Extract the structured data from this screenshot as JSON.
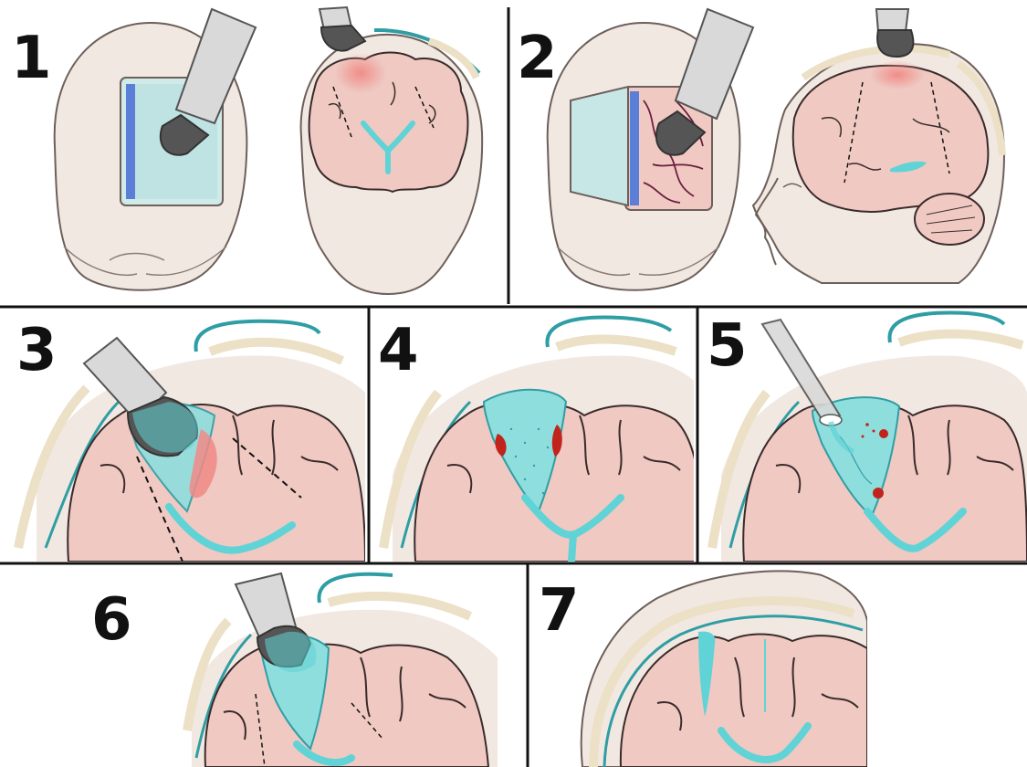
{
  "figure": {
    "steps": [
      {
        "number": "1"
      },
      {
        "number": "2"
      },
      {
        "number": "3"
      },
      {
        "number": "4"
      },
      {
        "number": "5"
      },
      {
        "number": "6"
      },
      {
        "number": "7"
      }
    ]
  },
  "colors": {
    "background": "#ffffff",
    "divider": "#111111",
    "skin": "#f2e8e2",
    "skin_outline": "#6d5f5a",
    "brain": "#efc9c2",
    "brain_outline": "#3a2b2b",
    "ventricle": "#5fd3d6",
    "cavity": "#8fdede",
    "membrane": "#2f9ea4",
    "skull": "#ece0c6",
    "lesion": "#f08a86",
    "hemorrhage": "#c0241b",
    "probe": "#d9d9d9",
    "probe_tip": "#555555",
    "vessel": "#6b1e3f",
    "bone_flap": "#c7e6e6",
    "dura_blue": "#5b7fd6"
  }
}
